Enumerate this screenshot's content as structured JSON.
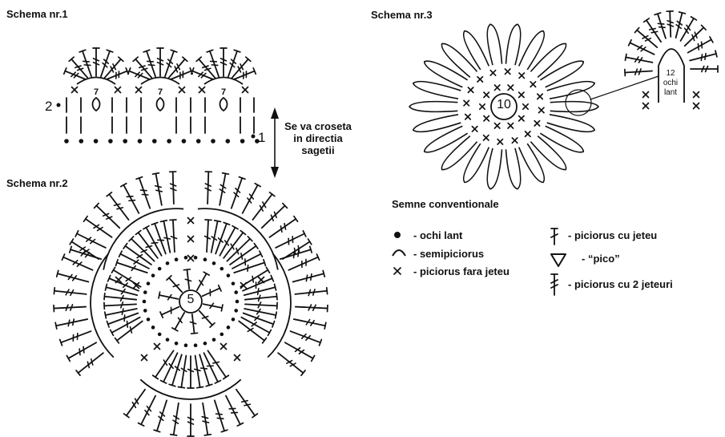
{
  "schema1": {
    "title": "Schema nr.1",
    "row2": "2",
    "row1": "1",
    "ch_count": "7"
  },
  "direction_note": {
    "line1": "Se va croseta",
    "line2": "in directia",
    "line3": "sagetii"
  },
  "schema2": {
    "title": "Schema nr.2",
    "center": "5"
  },
  "schema3": {
    "title": "Schema nr.3",
    "center": "10",
    "detail_count": "12",
    "detail_line2": "ochi",
    "detail_line3": "lant"
  },
  "legend": {
    "title": "Semne conventionale",
    "items": [
      {
        "symbol": "chain-dot-icon",
        "label": "- ochi lant"
      },
      {
        "symbol": "slip-stitch-arc-icon",
        "label": "- semipiciorus"
      },
      {
        "symbol": "single-crochet-x-icon",
        "label": "- piciorus fara jeteu"
      },
      {
        "symbol": "double-crochet-icon",
        "label": "- piciorus cu jeteu"
      },
      {
        "symbol": "picot-icon",
        "label": "- “pico”"
      },
      {
        "symbol": "treble-crochet-icon",
        "label": "- piciorus cu 2 jeteuri"
      }
    ]
  }
}
